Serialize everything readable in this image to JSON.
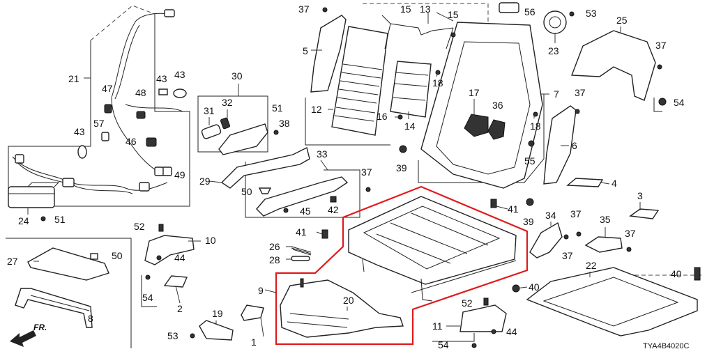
{
  "drawing_code": "TYA4B4020C",
  "front_marker": "FR.",
  "highlight_color": "#e0191b",
  "labels": {
    "p1": "1",
    "p2": "2",
    "p3": "3",
    "p4": "4",
    "p5": "5",
    "p6": "6",
    "p7": "7",
    "p8": "8",
    "p9": "9",
    "p10": "10",
    "p11": "11",
    "p12": "12",
    "p13": "13",
    "p14": "14",
    "p15": "15",
    "p16": "16",
    "p17": "17",
    "p18": "18",
    "p19": "19",
    "p20": "20",
    "p21": "21",
    "p22": "22",
    "p23": "23",
    "p24": "24",
    "p25": "25",
    "p26": "26",
    "p27": "27",
    "p28": "28",
    "p29": "29",
    "p30": "30",
    "p31": "31",
    "p32": "32",
    "p33": "33",
    "p34": "34",
    "p35": "35",
    "p36": "36",
    "p37": "37",
    "p38": "38",
    "p39": "39",
    "p40": "40",
    "p41": "41",
    "p42": "42",
    "p43": "43",
    "p44": "44",
    "p45": "45",
    "p46": "46",
    "p47": "47",
    "p48": "48",
    "p49": "49",
    "p50": "50",
    "p51": "51",
    "p52": "52",
    "p53": "53",
    "p54": "54",
    "p55": "55",
    "p56": "56",
    "p57": "57"
  }
}
